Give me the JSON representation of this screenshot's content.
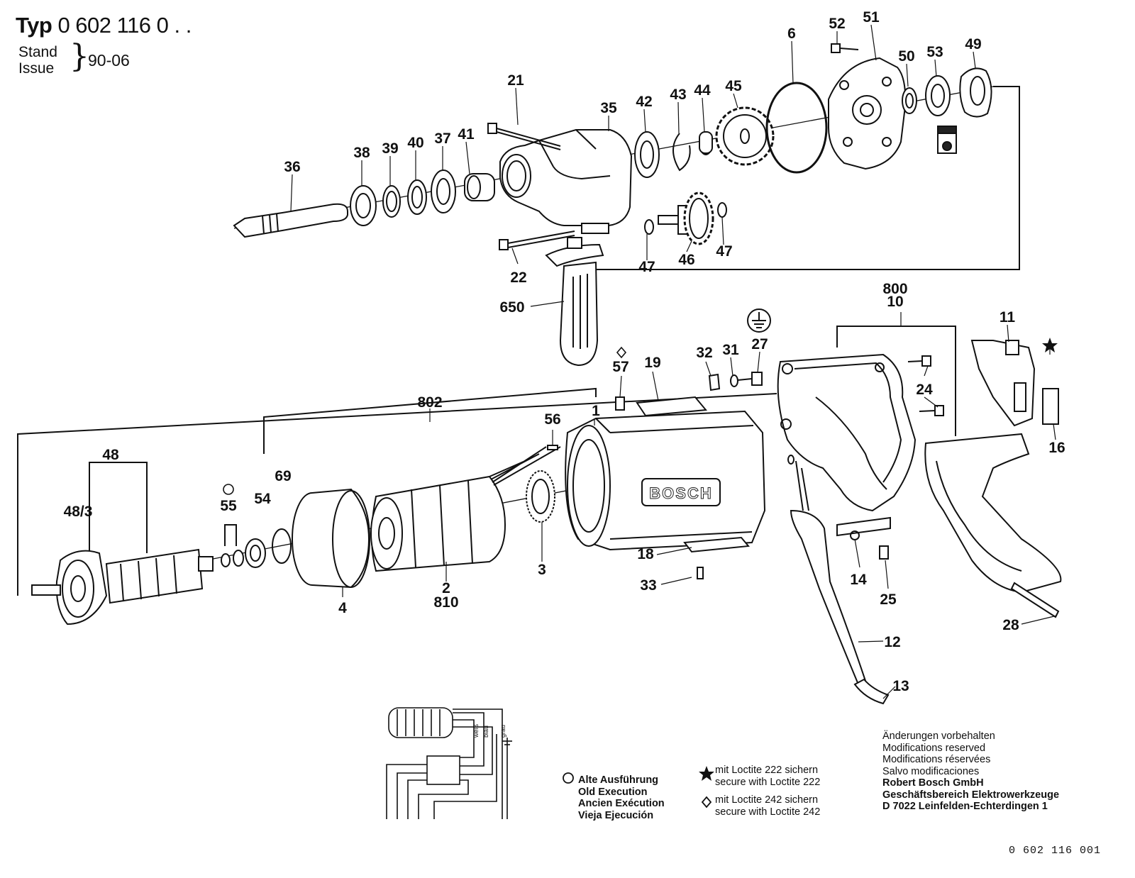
{
  "header": {
    "typ_label": "Typ",
    "typ_number": "0 602 116 0 . .",
    "stand": "Stand",
    "issue": "Issue",
    "date": "90-06"
  },
  "part_labels": [
    "6",
    "52",
    "51",
    "50",
    "53",
    "49",
    "21",
    "35",
    "42",
    "43",
    "44",
    "45",
    "36",
    "38",
    "39",
    "40",
    "37",
    "41",
    "22",
    "47",
    "46",
    "47",
    "650",
    "800",
    "10",
    "11",
    "57",
    "19",
    "32",
    "31",
    "27",
    "24",
    "802",
    "1",
    "56",
    "48",
    "48/3",
    "55",
    "54",
    "69",
    "16",
    "4",
    "2",
    "810",
    "3",
    "18",
    "33",
    "14",
    "25",
    "28",
    "12",
    "13"
  ],
  "brand": "BOSCH",
  "wiring": {
    "wire_labels": [
      "weiß",
      "blau",
      "grau"
    ]
  },
  "legend": {
    "old_execution": [
      "Alte Ausführung",
      "Old Execution",
      "Ancien Exécution",
      "Vieja Ejecución"
    ],
    "loctite_222": [
      "mit Loctite 222 sichern",
      "secure with Loctite 222"
    ],
    "loctite_242": [
      "mit Loctite 242 sichern",
      "secure with Loctite 242"
    ],
    "modifications": [
      "Änderungen vorbehalten",
      "Modifications reserved",
      "Modifications réservées",
      "Salvo modificaciones"
    ],
    "company": [
      "Robert Bosch GmbH",
      "Geschäftsbereich Elektrowerkzeuge",
      "D 7022 Leinfelden-Echterdingen 1"
    ]
  },
  "doc_number": "0 602 116 001"
}
